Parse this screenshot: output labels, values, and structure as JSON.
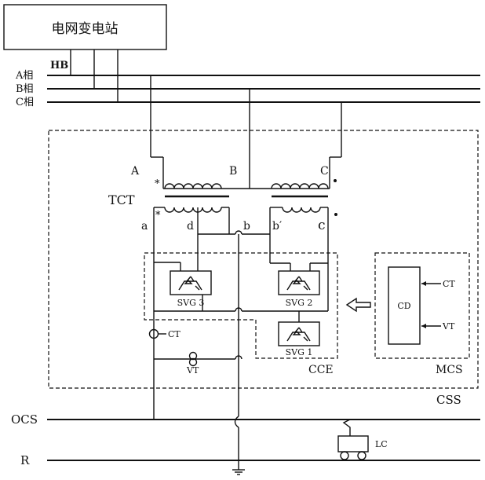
{
  "substation": "电网变电站",
  "hb": "HB",
  "phases": [
    "A相",
    "B相",
    "C相"
  ],
  "transformer": {
    "name": "TCT",
    "primary": [
      "A",
      "B",
      "C"
    ],
    "secondary": [
      "a",
      "d",
      "b",
      "b′",
      "c"
    ],
    "star": "*"
  },
  "svg_units": [
    "SVG 3",
    "SVG 2",
    "SVG 1"
  ],
  "cce": "CCE",
  "mcs": "MCS",
  "css": "CSS",
  "cd": "CD",
  "ct": "CT",
  "vt": "VT",
  "ocs": "OCS",
  "r": "R",
  "lc": "LC"
}
